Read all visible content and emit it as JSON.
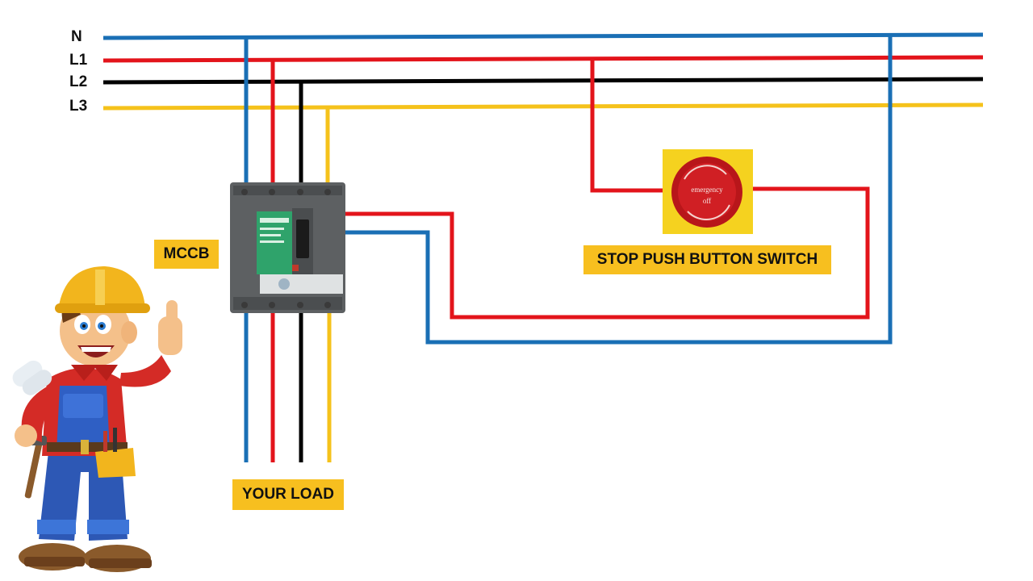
{
  "bus_labels": {
    "n": "N",
    "l1": "L1",
    "l2": "L2",
    "l3": "L3"
  },
  "callouts": {
    "mccb": "MCCB",
    "stop_button": "STOP PUSH BUTTON SWITCH",
    "load": "YOUR LOAD"
  },
  "stop_button_face": {
    "line1": "emergency",
    "line2": "off"
  },
  "wire_colors": {
    "n": "#1a6fb5",
    "l1": "#e3141b",
    "l2": "#000000",
    "l3": "#f5c21b"
  },
  "tag_color": "#f7bf1f"
}
